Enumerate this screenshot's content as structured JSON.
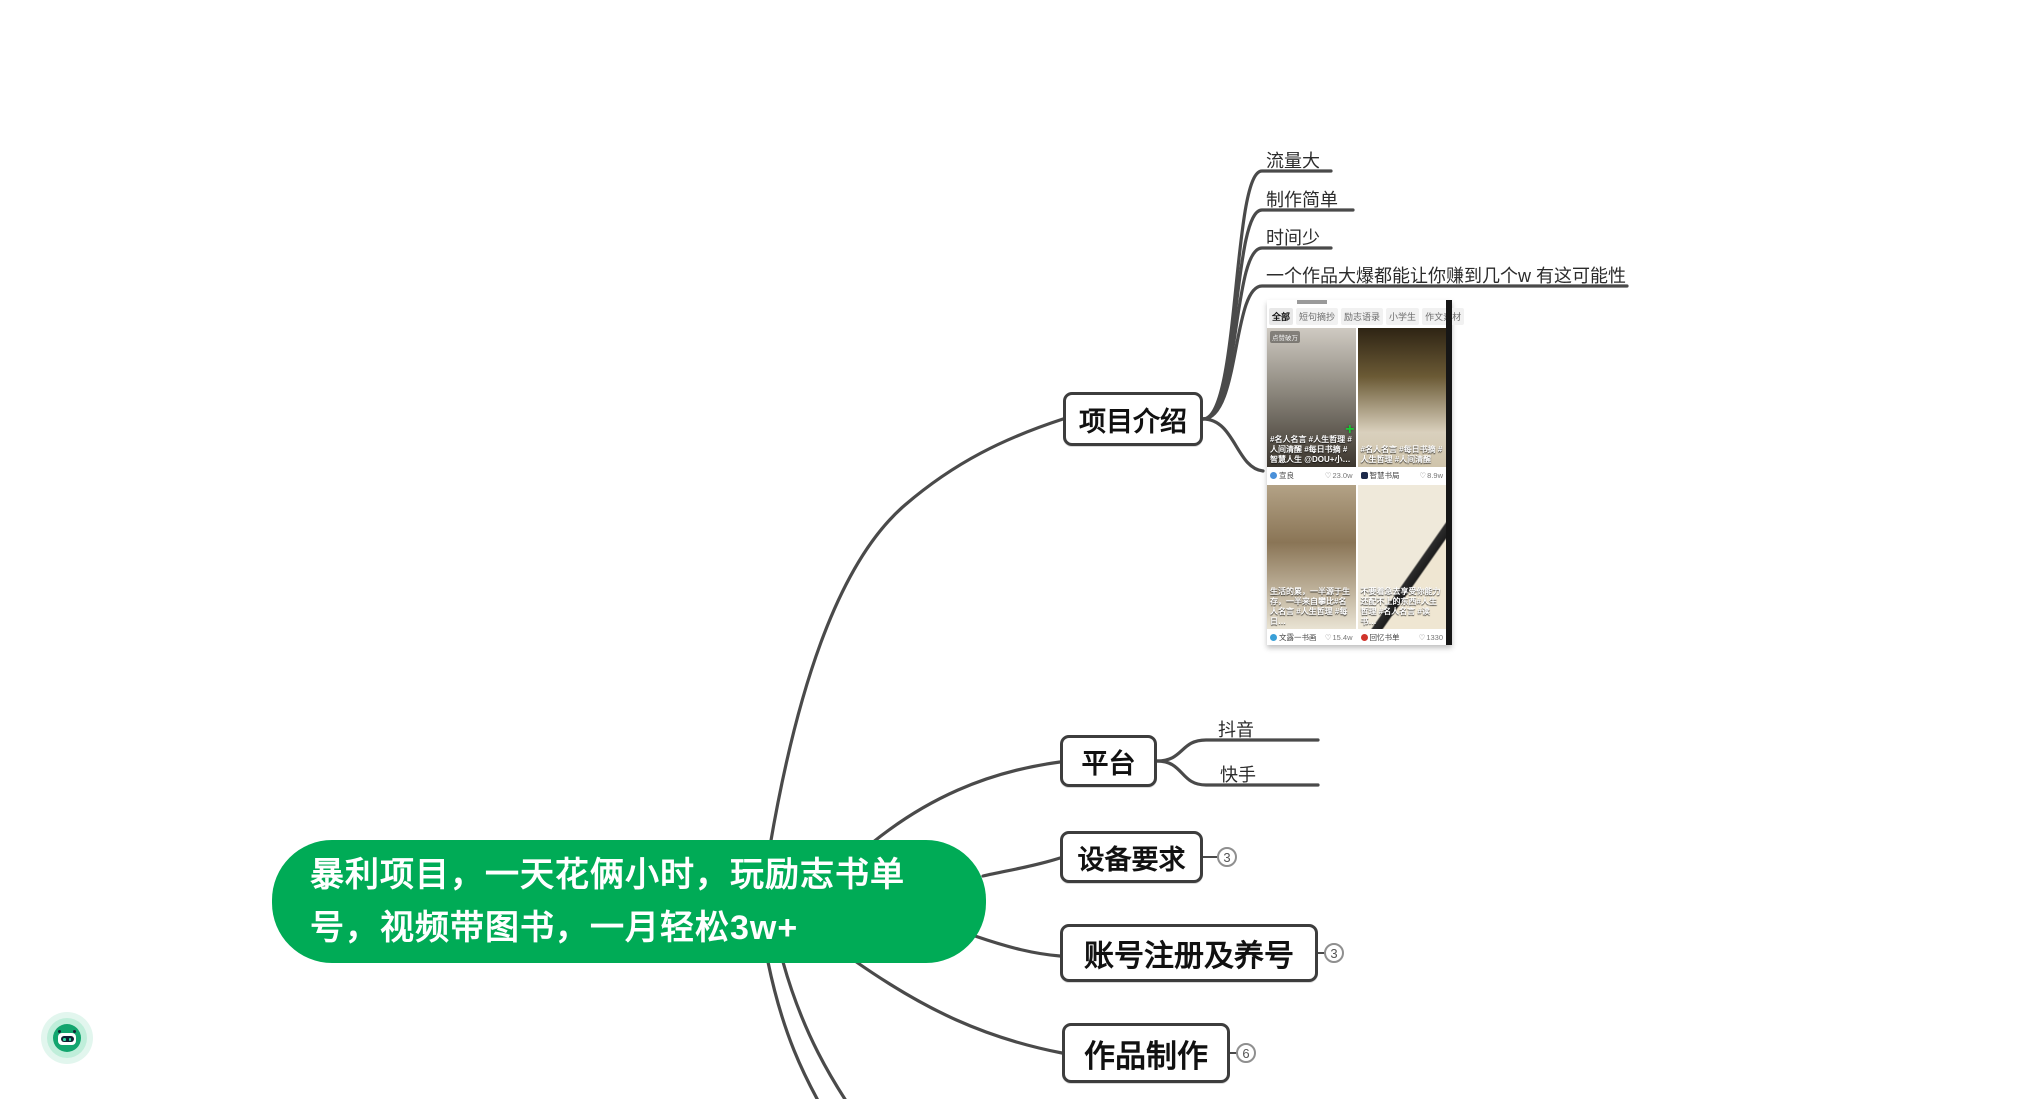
{
  "central": {
    "title": "暴利项目，一天花俩小时，玩励志书单号，视频带图书，一月轻松3w+",
    "color": "#00ab56"
  },
  "topics": {
    "intro": {
      "label": "项目介绍"
    },
    "platform": {
      "label": "平台"
    },
    "device": {
      "label": "设备要求",
      "badge": "3"
    },
    "account": {
      "label": "账号注册及养号",
      "badge": "3"
    },
    "production": {
      "label": "作品制作",
      "badge": "6"
    }
  },
  "intro_children": {
    "0": "流量大",
    "1": "制作简单",
    "2": "时间少",
    "3": "一个作品大爆都能让你赚到几个w 有这可能性"
  },
  "platform_children": {
    "0": "抖音",
    "1": "快手"
  },
  "screenshot": {
    "tabs": {
      "0": "全部",
      "1": "短句摘抄",
      "2": "励志语录",
      "3": "小学生",
      "4": "作文素材"
    },
    "cards": {
      "0": {
        "overlay": "点赞破万",
        "caption": "#名人名言 #人生哲理 #人间清醒 #每日书摘 #智慧人生 @DOU+小…",
        "author": "宣良",
        "likes": "23.0w"
      },
      "1": {
        "caption": "#名人名言 #每日书摘 #人生哲理 #人间清醒",
        "author": "智慧书局",
        "likes": "8.9w"
      },
      "2": {
        "caption": "生活的累，一半源于生存，一半来自攀比#名人名言 #人生哲理 #每日…",
        "author": "文露一书画",
        "likes": "15.4w"
      },
      "3": {
        "caption": "不要着急去享受你能力还配不上的东西#人生哲理 #名人名言 #读书…",
        "author": "回忆书单",
        "likes": "1330"
      }
    }
  },
  "icons": {
    "heart": "♡",
    "plus": "+"
  },
  "colors": {
    "connector": "#4a4a4a",
    "box_border": "#3d3d3d",
    "accent_green": "#00ab56"
  }
}
